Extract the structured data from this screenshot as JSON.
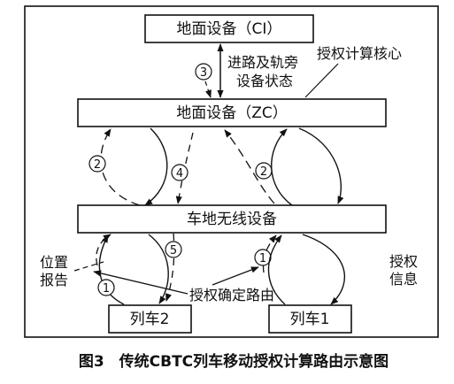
{
  "boxes": {
    "ci": "地面设备（CI）",
    "zc": "地面设备（ZC）",
    "radio": "车地无线设备",
    "train2": "列车2",
    "train1": "列车1"
  },
  "labels": {
    "route_status_line1": "进路及轨旁",
    "route_status_line2": "设备状态",
    "auth_core": "授权计算核心",
    "position_line1": "位置",
    "position_line2": "报告",
    "auth_info_line1": "授权",
    "auth_info_line2": "信息",
    "auth_route": "授权确定路由"
  },
  "steps": {
    "step3": "3",
    "step2_left": "2",
    "step4": "4",
    "step2_right": "2",
    "step5": "5",
    "step1_left": "1",
    "step1_right": "1"
  },
  "caption": "图3　传统CBTC列车移动授权计算路由示意图"
}
